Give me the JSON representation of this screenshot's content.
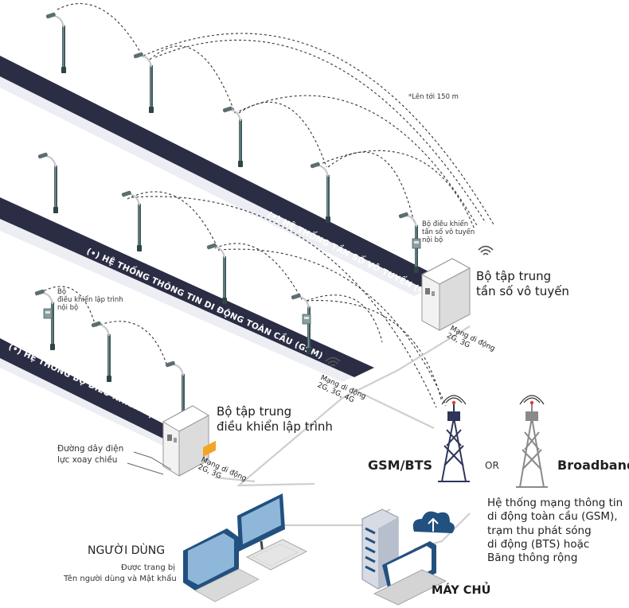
{
  "range_note": "*Lên tới 150 m",
  "systems": {
    "rf": {
      "label": "(•) HỆ THỐNG TẦN SỐ VÔ TUYẾN (RF)"
    },
    "gsm": {
      "label": "(•) HỆ THỐNG THÔNG TIN DI ĐỘNG TOÀN CẦU (GSM)"
    },
    "plc": {
      "label": "(•) HỆ THỐNG BỘ ĐIỀU KHIỂN LẬP TRÌNH (PLC)"
    }
  },
  "controllers": {
    "rf_internal": [
      "Bộ điều khiển",
      "tần số vô tuyến",
      "nội bộ"
    ],
    "plc_internal": [
      "Bộ",
      "điều khiển lập trình",
      "nội bộ"
    ]
  },
  "hubs": {
    "rf": [
      "Bộ tập trung",
      "tần số vô tuyến"
    ],
    "plc": [
      "Bộ tập trung",
      "điều khiển lập trình"
    ]
  },
  "networks": {
    "rf": [
      "Mạng di động",
      "2G, 3G"
    ],
    "gsm": [
      "Mạng di động",
      "2G, 3G, 4G"
    ],
    "plc": [
      "Mạng di động",
      "2G, 3G"
    ]
  },
  "power_line": [
    "Đường dây điện",
    "lực xoay chiều"
  ],
  "towers": {
    "gsm_label": "GSM/BTS",
    "or_label": "OR",
    "broadband_label": "Broadband",
    "description": [
      "Hệ thống mạng thông tin",
      "di động toàn cầu (GSM),",
      "trạm thu phát sóng",
      "di động (BTS) hoặc",
      "Băng thông rộng"
    ]
  },
  "user": {
    "title": "NGƯỜI DÙNG",
    "subtitle": [
      "Được trang bị",
      "Tên người dùng và Mật khẩu"
    ]
  },
  "server": {
    "title": "MÁY CHỦ"
  },
  "colors": {
    "band_dark": "#2b2d44",
    "band_light": "#eceef3",
    "pole": "#3f5a5c",
    "hub_body": "#f2f2f2",
    "tower_dark": "#2e3558",
    "tower_grey": "#8a8a8a",
    "laptop_blue": "#22507f",
    "accent_red": "#e03a2f"
  },
  "icons": [
    "streetlight-icon",
    "controller-box-icon",
    "hub-cabinet-icon",
    "wifi-icon",
    "tower-icon",
    "laptop-icon",
    "desktop-icon",
    "server-rack-icon",
    "cloud-icon"
  ]
}
